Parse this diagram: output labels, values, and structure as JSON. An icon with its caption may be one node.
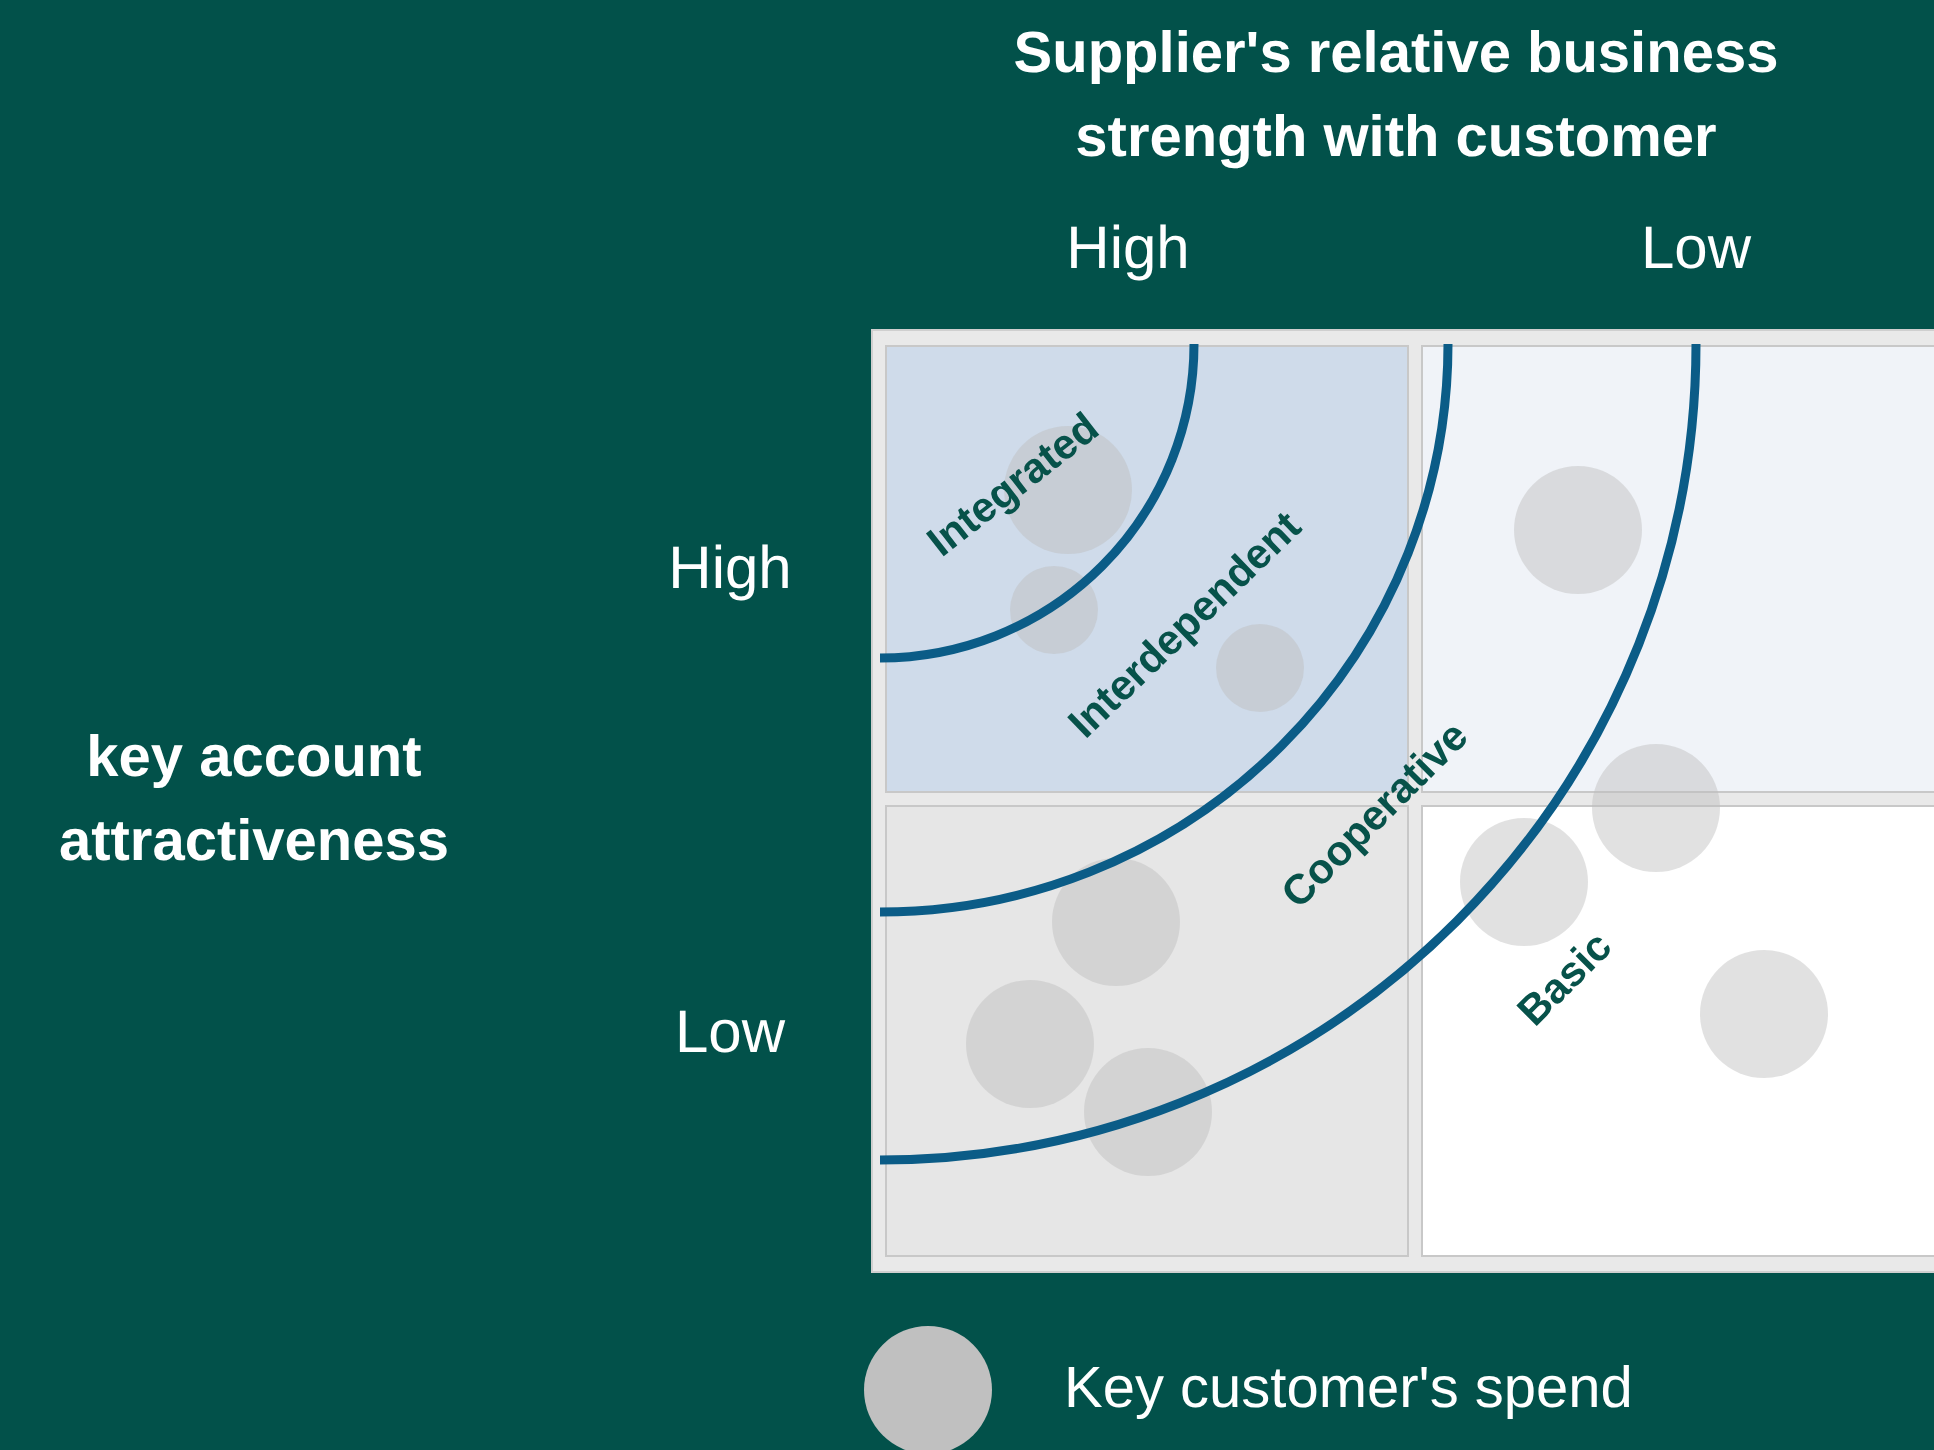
{
  "diagram": {
    "labels": [
      "Supplier's relative business strength with customer",
      "High",
      "Low",
      "High",
      "Low",
      "key account attractiveness",
      "Integrated",
      "Interdependent",
      "Cooperative",
      "Basic"
    ],
    "legend": [
      {
        "text": "Key customer's spend",
        "color": "#c0c0c0"
      }
    ]
  }
}
